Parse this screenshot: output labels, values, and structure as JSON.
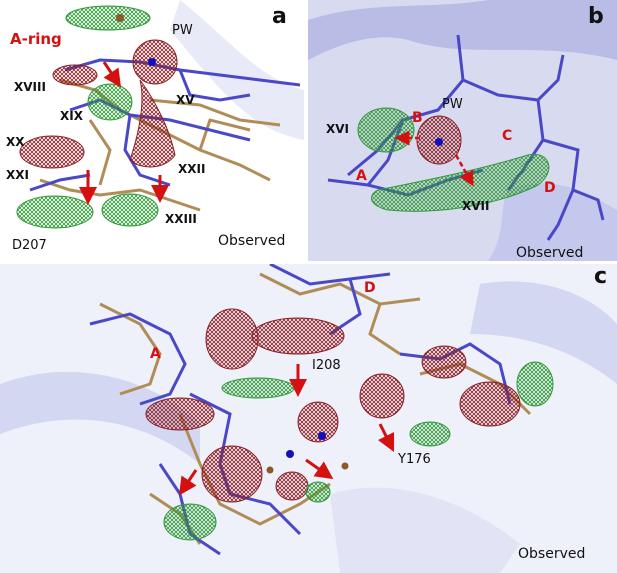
{
  "figure": {
    "panel_a": {
      "letter": "a",
      "a_ring_label": "A-ring",
      "pw_label": "PW",
      "residue_labels": [
        "XVIII",
        "XIX",
        "XV",
        "XX",
        "XXI",
        "XXII",
        "XXIII"
      ],
      "d207_label": "D207",
      "observed_label": "Observed"
    },
    "panel_b": {
      "letter": "b",
      "pw_label": "PW",
      "ring_labels": [
        "B",
        "C",
        "A",
        "D"
      ],
      "residue_labels": [
        "XVI",
        "XVII"
      ],
      "observed_label": "Observed"
    },
    "panel_c": {
      "letter": "c",
      "ring_labels": [
        "A",
        "D"
      ],
      "residue_labels": [
        "I208",
        "Y176"
      ],
      "observed_label": "Observed"
    }
  },
  "colors": {
    "blue_model": "#4a48c8",
    "tan_model": "#b08d57",
    "green_mesh": "#2f9a36",
    "red_mesh": "#8e1f24",
    "arrow_red": "#d41010",
    "ribbon": "#aeb2e4"
  }
}
